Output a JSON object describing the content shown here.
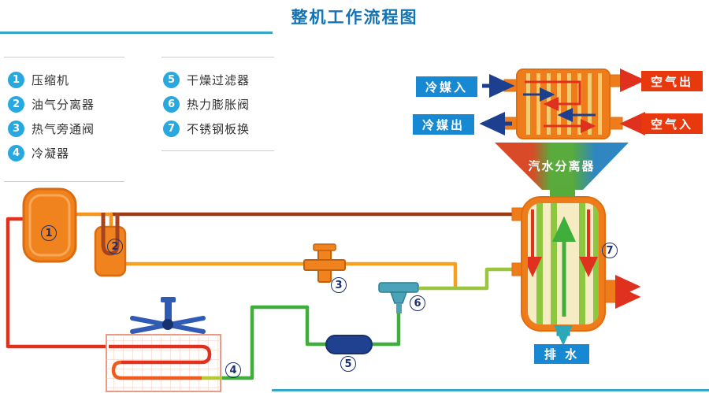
{
  "title": "整机工作流程图",
  "legend": {
    "items": [
      {
        "num": "1",
        "label": "压缩机"
      },
      {
        "num": "2",
        "label": "油气分离器"
      },
      {
        "num": "3",
        "label": "热气旁通阀"
      },
      {
        "num": "4",
        "label": "冷凝器"
      },
      {
        "num": "5",
        "label": "干燥过滤器"
      },
      {
        "num": "6",
        "label": "热力膨胀阀"
      },
      {
        "num": "7",
        "label": "不锈钢板换"
      }
    ]
  },
  "flow_labels": {
    "refrigerant_in": "冷媒入",
    "refrigerant_out": "冷媒出",
    "air_out": "空气出",
    "air_in": "空气入",
    "separator": "汽水分离器",
    "drain": "排 水"
  },
  "markers": {
    "c1": "1",
    "c2": "2",
    "c3": "3",
    "c4": "4",
    "c5": "5",
    "c6": "6",
    "c7": "7"
  },
  "colors": {
    "title": "#1273b5",
    "accent_rule": "#35a7c9",
    "legend_badge": "#29a8df",
    "label_blue": "#1789d2",
    "label_red": "#e8380d",
    "pipe_red": "#e0301e",
    "pipe_orange": "#f7941d",
    "pipe_green": "#3fae3a",
    "pipe_suction_dark_red": "#993a12",
    "component_orange": "#ef7c1a",
    "filter_navy": "#20418f",
    "valve_teal": "#4aa3b8"
  }
}
